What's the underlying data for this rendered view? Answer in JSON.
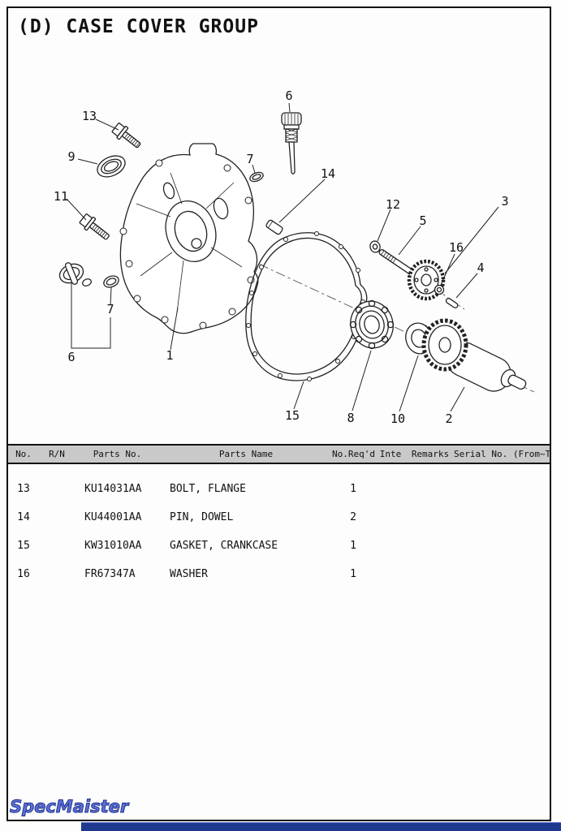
{
  "page": {
    "title": "(D) CASE COVER GROUP"
  },
  "diagram": {
    "callouts": [
      {
        "label": "13"
      },
      {
        "label": "9"
      },
      {
        "label": "11"
      },
      {
        "label": "6"
      },
      {
        "label": "7"
      },
      {
        "label": "14"
      },
      {
        "label": "12"
      },
      {
        "label": "5"
      },
      {
        "label": "3"
      },
      {
        "label": "16"
      },
      {
        "label": "4"
      },
      {
        "label": "1"
      },
      {
        "label": "7"
      },
      {
        "label": "6"
      },
      {
        "label": "15"
      },
      {
        "label": "8"
      },
      {
        "label": "10"
      },
      {
        "label": "2"
      }
    ]
  },
  "table": {
    "headers": [
      "No.",
      "R/N",
      "Parts No.",
      "Parts Name",
      "No.Req'd",
      "Inte",
      "Remarks",
      "Serial No. (From~To)"
    ],
    "rows": [
      {
        "no": "13",
        "rn": "",
        "parts_no": "KU14031AA",
        "parts_name": "BOLT, FLANGE",
        "req": "1",
        "inte": "",
        "remarks": "",
        "serial": ""
      },
      {
        "no": "14",
        "rn": "",
        "parts_no": "KU44001AA",
        "parts_name": "PIN, DOWEL",
        "req": "2",
        "inte": "",
        "remarks": "",
        "serial": ""
      },
      {
        "no": "15",
        "rn": "",
        "parts_no": "KW31010AA",
        "parts_name": "GASKET, CRANKCASE",
        "req": "1",
        "inte": "",
        "remarks": "",
        "serial": ""
      },
      {
        "no": "16",
        "rn": "",
        "parts_no": "FR67347A",
        "parts_name": "WASHER",
        "req": "1",
        "inte": "",
        "remarks": "",
        "serial": ""
      }
    ]
  },
  "watermark": {
    "text": "SpecMaister"
  },
  "colors": {
    "accent_bar": "#1e3a8f",
    "watermark_blue": "#5b6fd6",
    "header_gray": "#c9c9c9"
  }
}
